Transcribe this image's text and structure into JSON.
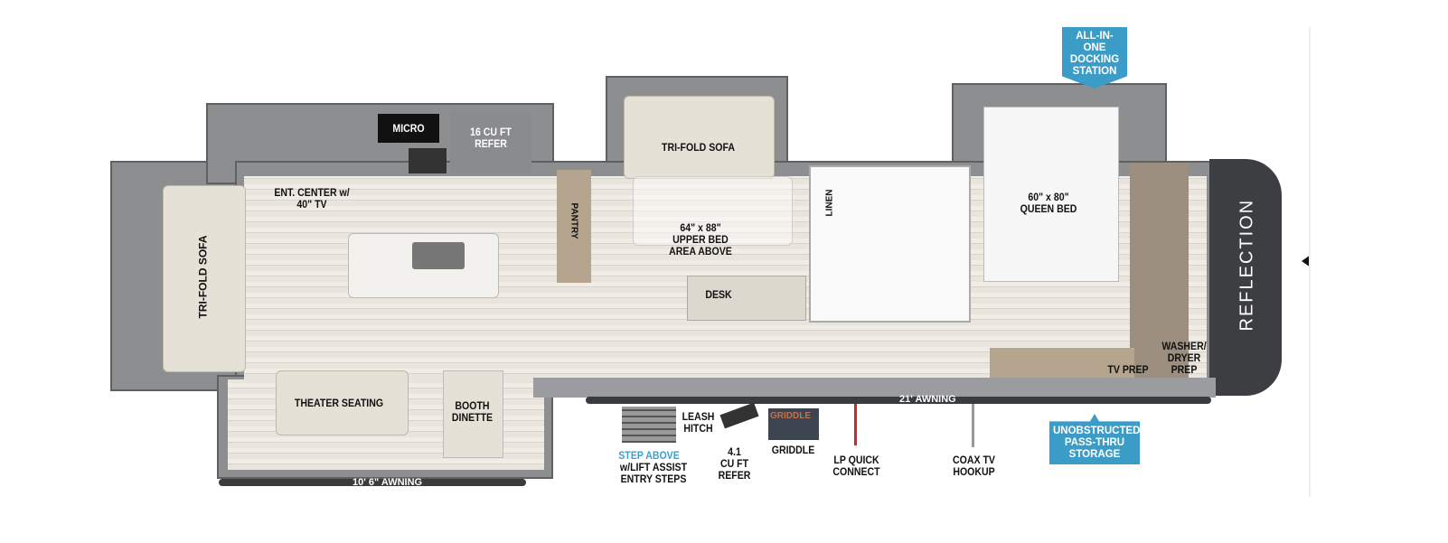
{
  "brand": "REFLECTION",
  "rooms": {
    "micro": "MICRO",
    "refer16": "16 CU FT\nREFER",
    "ent_center": "ENT. CENTER w/\n40\" TV",
    "trifold_left": "TRI-FOLD SOFA",
    "pantry": "PANTRY",
    "trifold_mid": "TRI-FOLD SOFA",
    "upper_bed": "64\" x 88\"\nUPPER BED\nAREA ABOVE",
    "desk": "DESK",
    "linen": "LINEN",
    "queen_bed": "60\" x 80\"\nQUEEN BED",
    "theater": "THEATER SEATING",
    "dinette": "BOOTH\nDINETTE",
    "tv_prep": "TV PREP",
    "washer": "WASHER/\nDRYER\nPREP"
  },
  "exterior": {
    "awning_rear": "10' 6\" AWNING",
    "awning_main": "21' AWNING",
    "step_above": "STEP ABOVE",
    "steps": "w/LIFT ASSIST\nENTRY STEPS",
    "leash": "LEASH\nHITCH",
    "refer41": "4.1\nCU FT\nREFER",
    "griddle_box": "GRIDDLE",
    "griddle": "GRIDDLE",
    "lp": "LP QUICK\nCONNECT",
    "coax": "COAX TV\nHOOKUP"
  },
  "badges": {
    "docking": "ALL-IN-ONE\nDOCKING\nSTATION",
    "storage": "UNOBSTRUCTED\nPASS-THRU\nSTORAGE"
  },
  "colors": {
    "badge": "#3b9cc7",
    "wall": "#8d8e90",
    "lp_line": "#d0262a"
  }
}
